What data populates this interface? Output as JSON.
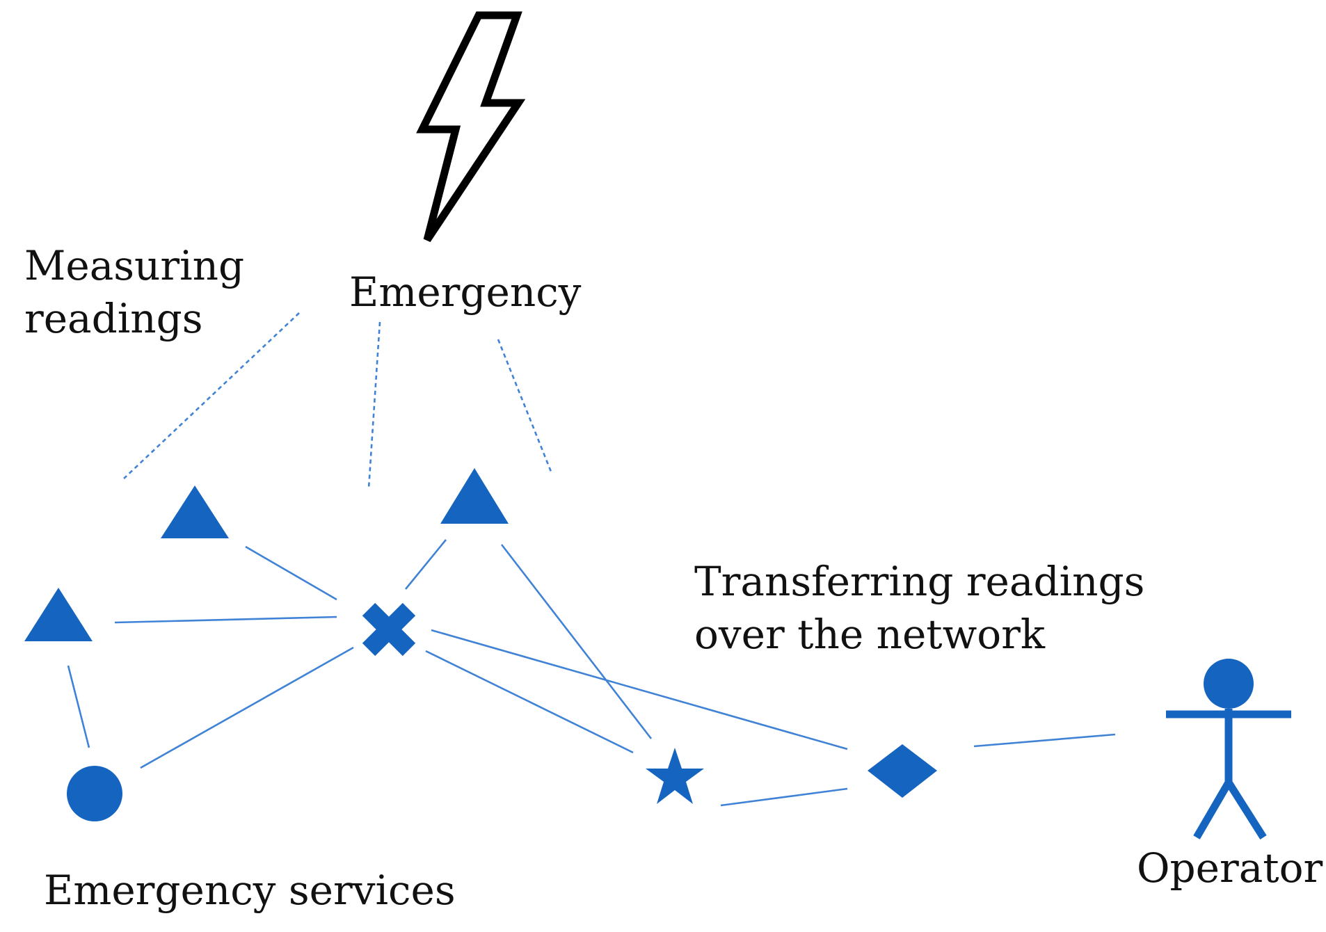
{
  "labels": {
    "measuring_line1": "Measuring",
    "measuring_line2": "readings",
    "emergency": "Emergency",
    "transferring_line1": "Transferring readings",
    "transferring_line2": "over the network",
    "emergency_services": "Emergency services",
    "operator": "Operator"
  },
  "icons": {
    "emergency": "lightning-bolt-icon",
    "sensor": "triangle-icon",
    "hub": "cross-icon",
    "services": "circle-icon",
    "relay": "star-icon",
    "gateway": "diamond-icon",
    "operator": "stick-figure-icon"
  },
  "colors": {
    "node": "#1565c0",
    "link": "#3f82d6",
    "bolt": "#000000",
    "text": "#111111"
  }
}
